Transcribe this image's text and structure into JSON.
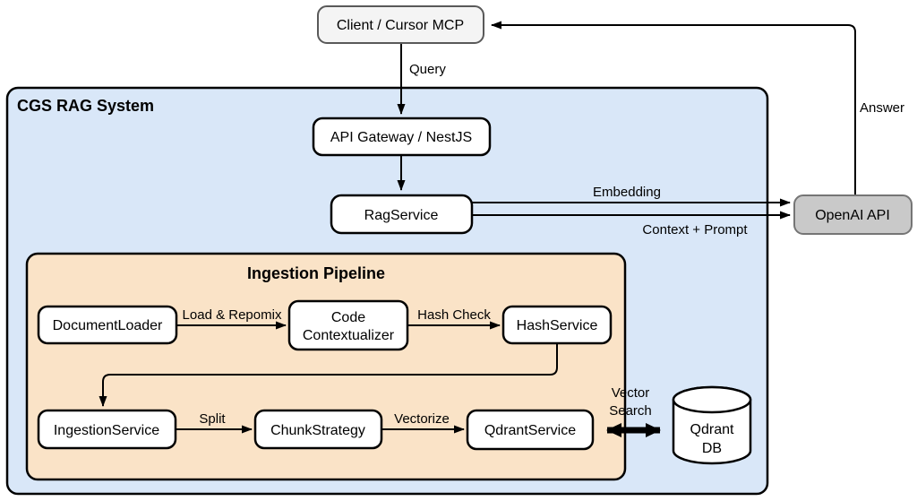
{
  "external": {
    "client": {
      "label": "Client / Cursor MCP"
    },
    "openai": {
      "label": "OpenAI API"
    }
  },
  "system": {
    "title": "CGS RAG System",
    "api_gateway": {
      "label": "API Gateway / NestJS"
    },
    "rag_service": {
      "label": "RagService"
    },
    "qdrant_db": {
      "line1": "Qdrant",
      "line2": "DB"
    }
  },
  "pipeline": {
    "title": "Ingestion Pipeline",
    "document_loader": {
      "label": "DocumentLoader"
    },
    "code_contextualizer": {
      "line1": "Code",
      "line2": "Contextualizer"
    },
    "hash_service": {
      "label": "HashService"
    },
    "ingestion_service": {
      "label": "IngestionService"
    },
    "chunk_strategy": {
      "label": "ChunkStrategy"
    },
    "qdrant_service": {
      "label": "QdrantService"
    }
  },
  "edges": {
    "query": "Query",
    "answer": "Answer",
    "embedding": "Embedding",
    "context_prompt": "Context + Prompt",
    "load_repomix": "Load & Repomix",
    "hash_check": "Hash Check",
    "split": "Split",
    "vectorize": "Vectorize",
    "vector_search_line1": "Vector",
    "vector_search_line2": "Search"
  },
  "colors": {
    "system_fill": "#d9e7f8",
    "pipeline_fill": "#fae3c7",
    "node_fill": "#ffffff",
    "client_fill": "#f4f4f4",
    "client_stroke": "#595959",
    "openai_fill": "#c9c9c9",
    "openai_stroke": "#757575",
    "line": "#000000"
  }
}
